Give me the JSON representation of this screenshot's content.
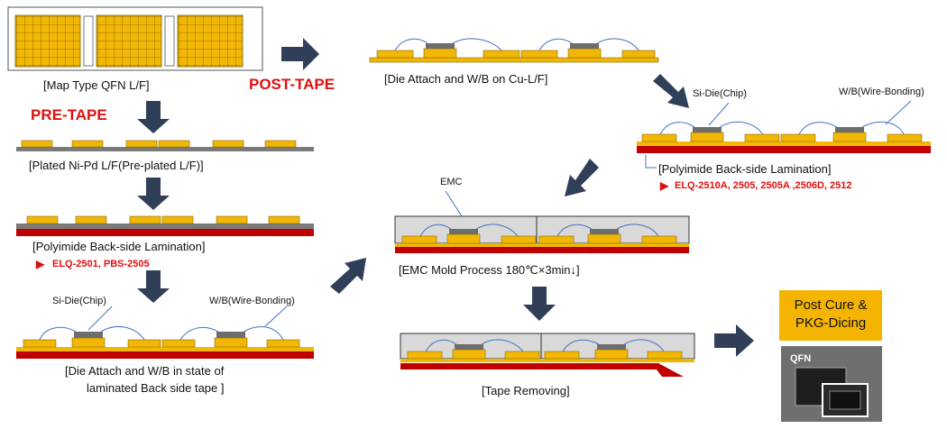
{
  "labels": {
    "map_type": "[Map Type QFN L/F]",
    "pre_tape": "PRE-TAPE",
    "post_tape": "POST-TAPE",
    "plated": "[Plated Ni-Pd L/F(Pre-plated L/F)]",
    "poly_left": "[Polyimide Back-side Lamination]",
    "prod_left": "ELQ-2501, PBS-2505",
    "die_attach_left_1": "[Die Attach and W/B in state of",
    "die_attach_left_2": "laminated Back side tape ]",
    "si_die": "Si-Die(Chip)",
    "wire_bonding": "W/B(Wire-Bonding)",
    "die_attach_cu": "[Die Attach and W/B on Cu-L/F]",
    "poly_right": "[Polyimide Back-side Lamination]",
    "prod_right": "ELQ-2510A, 2505, 2505A ,2506D, 2512",
    "emc": "EMC",
    "emc_mold": "[EMC Mold Process 180℃×3min↓]",
    "tape_removing": "[Tape Removing]",
    "post_cure_1": "Post Cure &",
    "post_cure_2": "PKG-Dicing",
    "qfn": "QFN",
    "triangle": "▶"
  },
  "colors": {
    "gold": "#f2b705",
    "gray_frame": "#7a7a7a",
    "red_tape": "#c00000",
    "arrow": "#2f3f57",
    "accent_red": "#e01010",
    "wire": "#4472c4",
    "emc_fill": "#d9d9d9",
    "die": "#6d6d6d",
    "orange_box": "#f5b400"
  }
}
